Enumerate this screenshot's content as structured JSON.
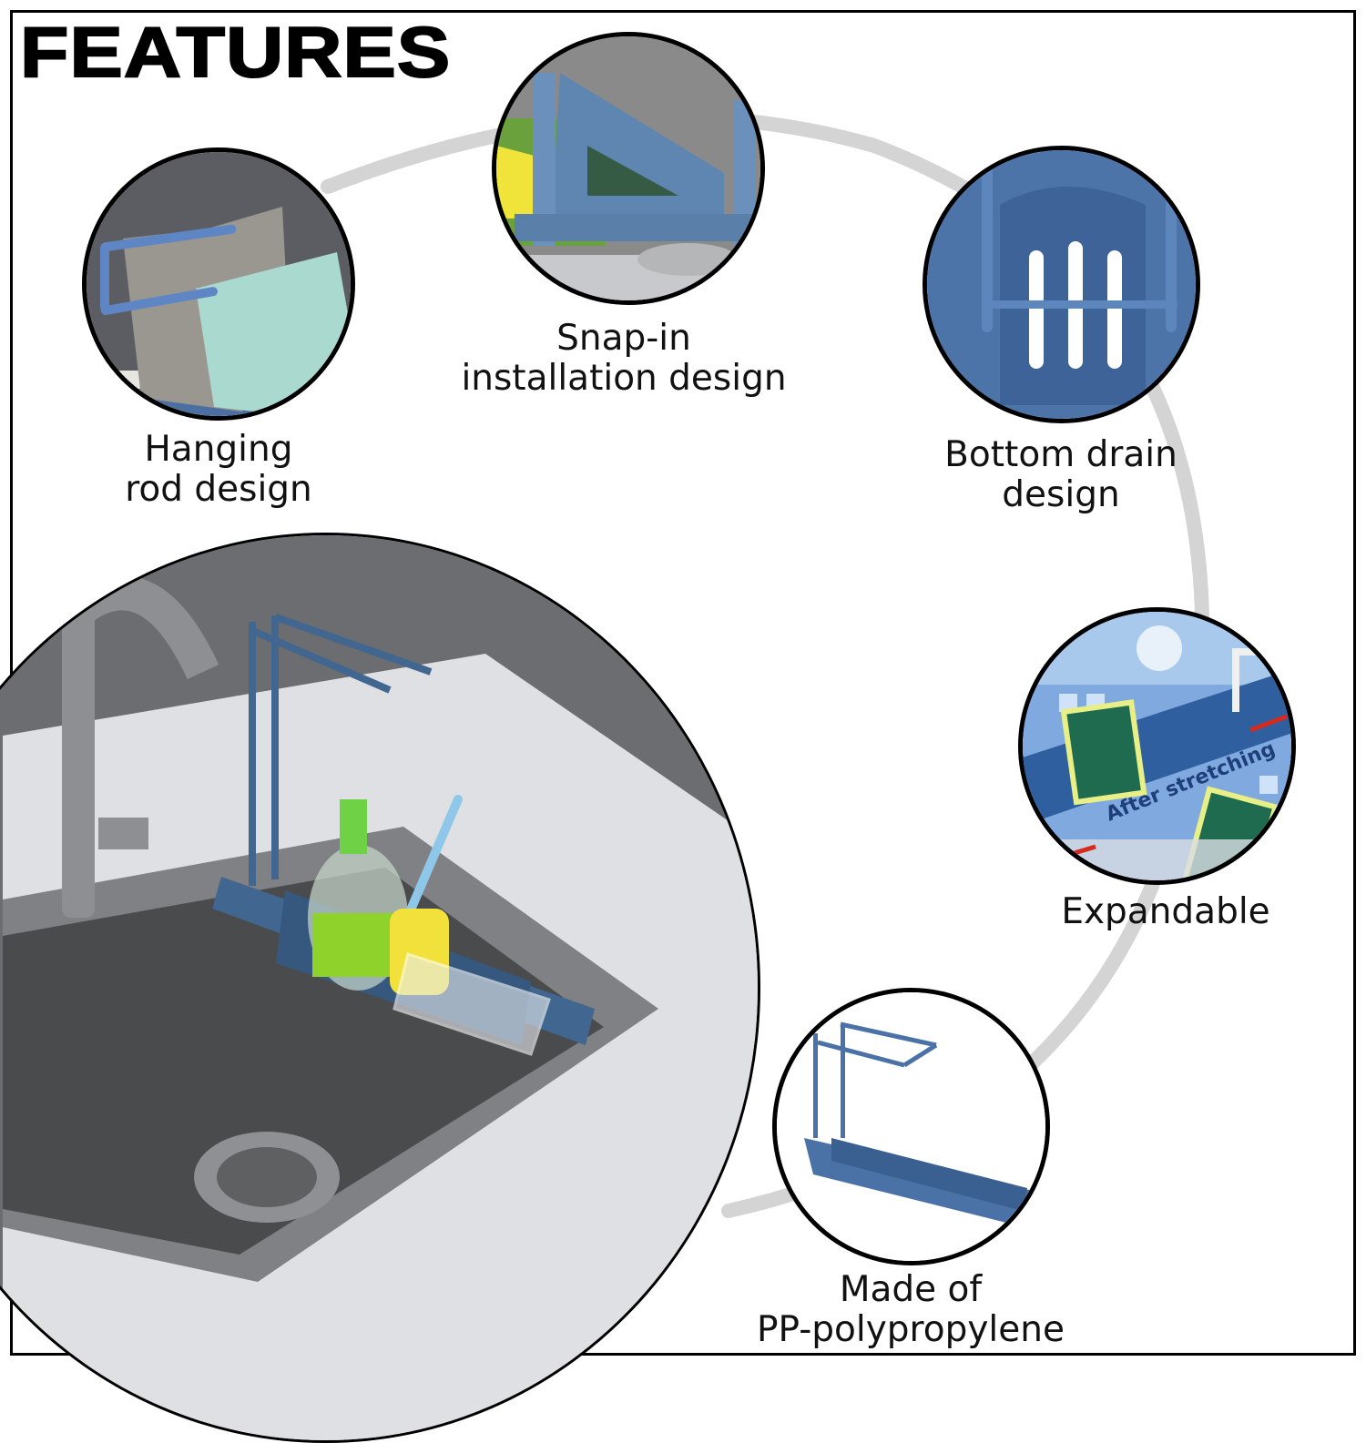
{
  "title": "FEATURES",
  "colors": {
    "product_blue": "#41668f",
    "arc_gray": "#d4d4d4",
    "border": "#000000",
    "sponge_yellow": "#f2e13a",
    "soap_green": "#8fd22c",
    "scrubber_green": "#1f6b4f"
  },
  "features": [
    {
      "id": "hanging-rod",
      "line1": "Hanging",
      "line2": "rod design",
      "image": "towels-on-blue-rod"
    },
    {
      "id": "snap-in",
      "line1": "Snap-in",
      "line2": "installation design",
      "image": "blue-bracket-snapped-on-sink-edge"
    },
    {
      "id": "bottom-drain",
      "line1": "Bottom drain",
      "line2": "design",
      "image": "blue-basket-with-drain-slots"
    },
    {
      "id": "expandable",
      "line1": "Expandable",
      "line2": "",
      "image": "extended-caddy-with-sponges",
      "overlay_text": "After stretching"
    },
    {
      "id": "material",
      "line1": "Made of",
      "line2": "PP-polypropylene",
      "image": "empty-blue-caddy-with-rod"
    }
  ],
  "main_image": {
    "description": "Blue expandable sink caddy holding soap dispenser, yellow sponge brush and mesh strainer on stainless steel sink"
  }
}
